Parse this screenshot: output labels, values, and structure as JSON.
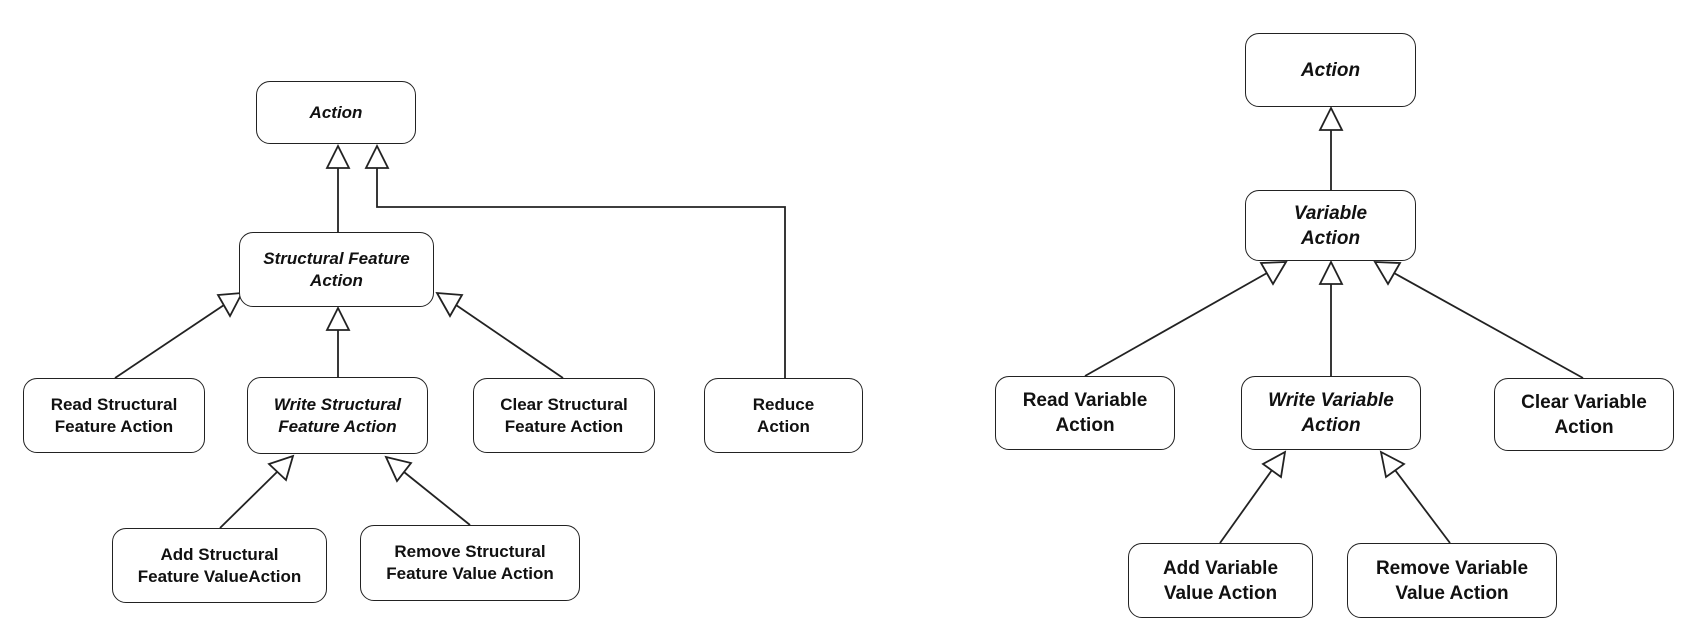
{
  "left_diagram": {
    "action": "Action",
    "structural_feature_action": "Structural Feature\nAction",
    "read_structural_feature_action": "Read Structural\nFeature Action",
    "write_structural_feature_action": "Write Structural\nFeature Action",
    "clear_structural_feature_action": "Clear Structural\nFeature Action",
    "reduce_action": "Reduce\nAction",
    "add_structural_feature_value_action": "Add Structural\nFeature ValueAction",
    "remove_structural_feature_value_action": "Remove Structural\nFeature Value Action"
  },
  "right_diagram": {
    "action": "Action",
    "variable_action": "Variable\nAction",
    "read_variable_action": "Read Variable\nAction",
    "write_variable_action": "Write Variable\nAction",
    "clear_variable_action": "Clear Variable\nAction",
    "add_variable_value_action": "Add Variable\nValue Action",
    "remove_variable_value_action": "Remove Variable\nValue Action"
  },
  "line_color": "#222222"
}
